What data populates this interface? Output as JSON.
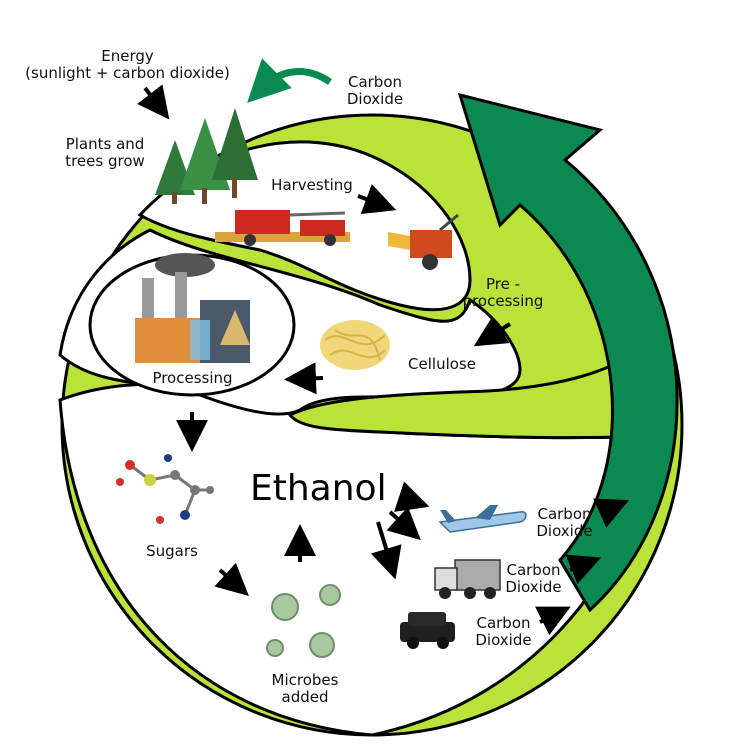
{
  "labels": {
    "energy": "Energy\n(sunlight + carbon dioxide)",
    "co2_top": "Carbon\nDioxide",
    "plants": "Plants and\ntrees grow",
    "harvesting": "Harvesting",
    "preprocessing": "Pre -\nprocessing",
    "cellulose": "Cellulose",
    "processing": "Processing",
    "sugars": "Sugars",
    "microbes": "Microbes\nadded",
    "ethanol": "Ethanol",
    "co2_plane": "Carbon\nDioxide",
    "co2_truck": "Carbon\nDioxide",
    "co2_car": "Carbon\nDioxide"
  },
  "colors": {
    "lime": "#b9e338",
    "dark_green": "#0a8a50",
    "outline": "#000000",
    "factory_orange": "#e08e3c",
    "combine_red": "#cc2a1e"
  },
  "icons": [
    "trees-icon",
    "combine-harvester-icon",
    "wood-chipper-icon",
    "cellulose-fiber-icon",
    "factory-icon",
    "sugar-molecule-icon",
    "microbe-icon",
    "airplane-icon",
    "dump-truck-icon",
    "suv-icon"
  ]
}
